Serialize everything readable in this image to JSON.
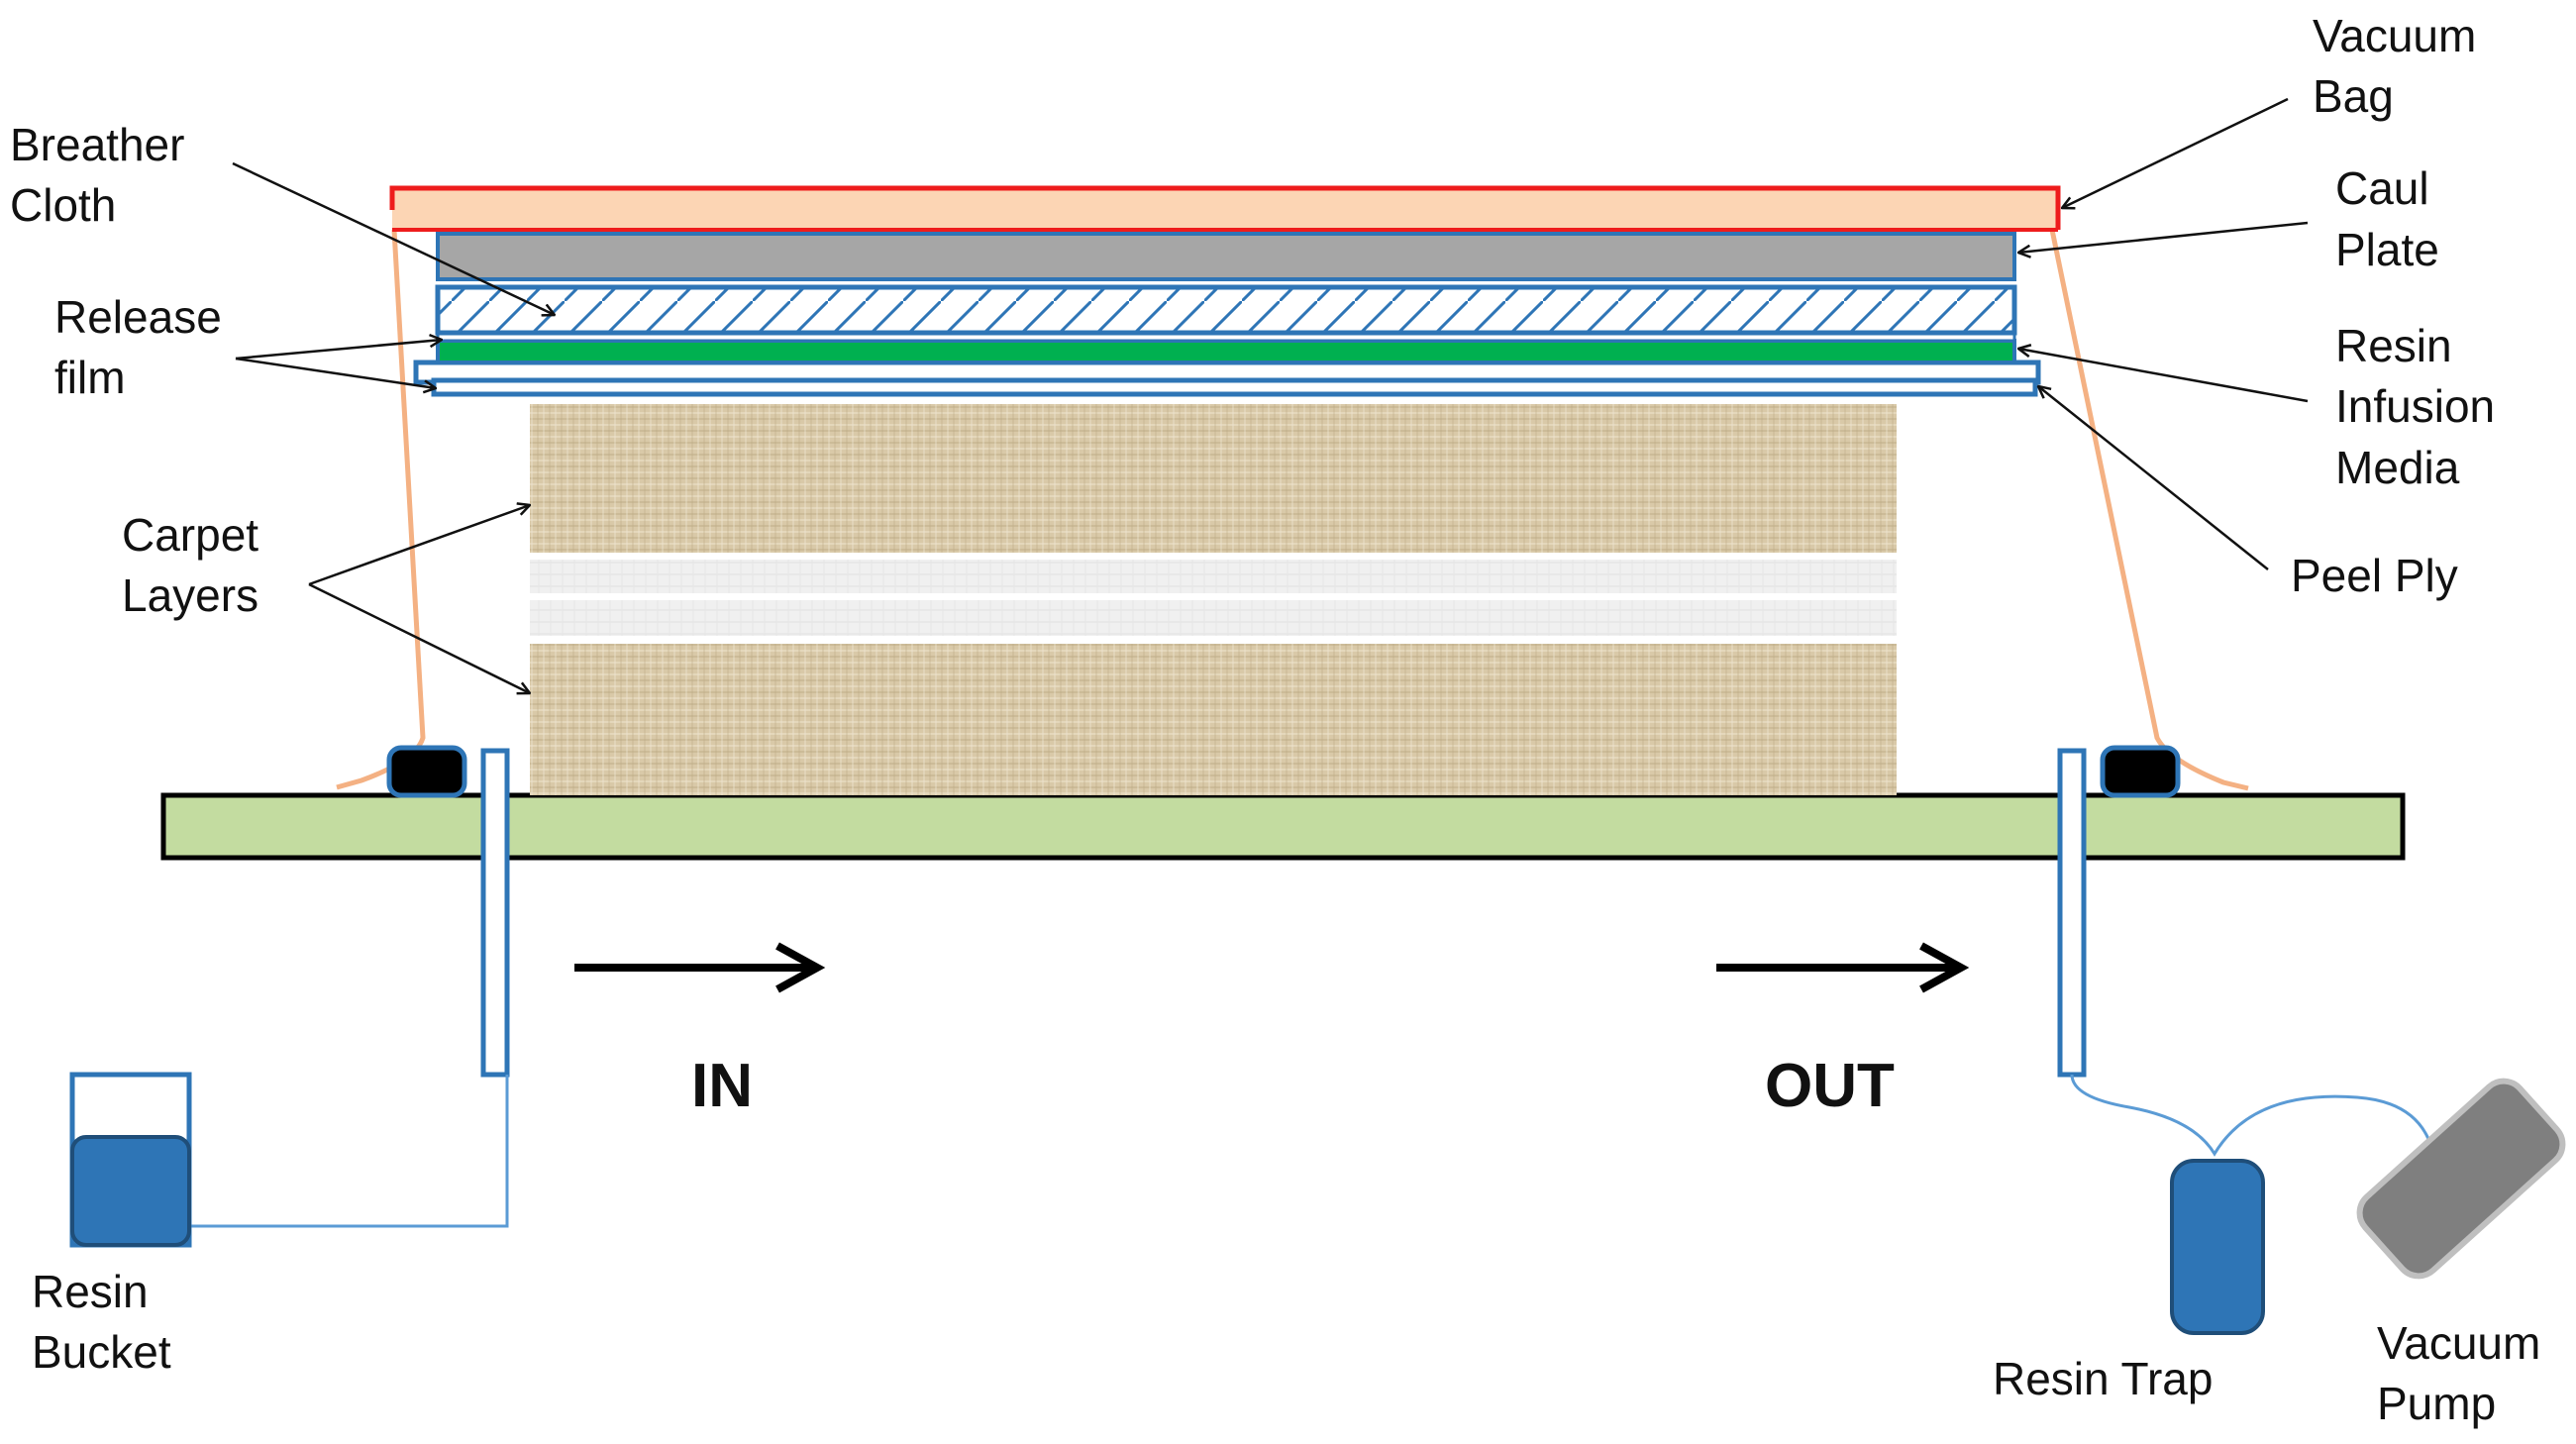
{
  "labels": {
    "vacuum_bag": [
      "Vacuum",
      "Bag"
    ],
    "caul_plate": [
      "Caul",
      "Plate"
    ],
    "breather_cloth": [
      "Breather",
      "Cloth"
    ],
    "release_film": [
      "Release",
      "film"
    ],
    "resin_infusion_media": [
      "Resin",
      "Infusion",
      "Media"
    ],
    "peel_ply": "Peel Ply",
    "carpet_layers": [
      "Carpet",
      "Layers"
    ],
    "in": "IN",
    "out": "OUT",
    "resin_bucket": [
      "Resin",
      "Bucket"
    ],
    "resin_trap": "Resin Trap",
    "vacuum_pump": [
      "Vacuum",
      "Pump"
    ]
  },
  "colors": {
    "vacuum_bag_edge": "#ee1c1c",
    "vacuum_bag_fill": "#fcd5b4",
    "caul_plate": "#a6a6a6",
    "layer_outline": "#2e75b6",
    "hatch": "#2e75b6",
    "infusion_media": "#00b050",
    "mold_table": "#c3dca0",
    "carpet": "#d7c7a6",
    "equipment_blue": "#2e75b6",
    "pump_gray": "#7f7f7f",
    "sealant": "#000000"
  }
}
